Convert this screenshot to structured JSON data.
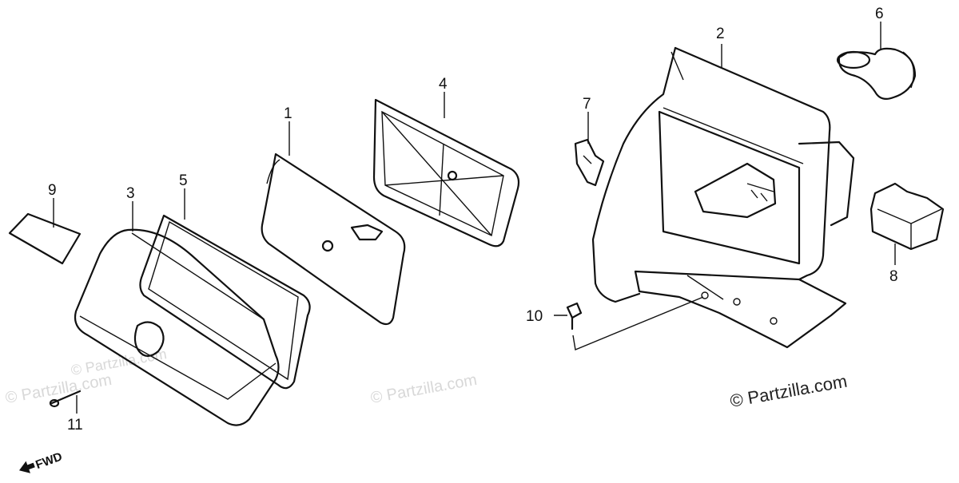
{
  "diagram": {
    "callouts": [
      "1",
      "2",
      "3",
      "4",
      "5",
      "6",
      "7",
      "8",
      "9",
      "10",
      "11"
    ],
    "fwd_label": "FWD",
    "copyright": "© Partzilla.com",
    "watermark": "© Partzilla.com"
  }
}
